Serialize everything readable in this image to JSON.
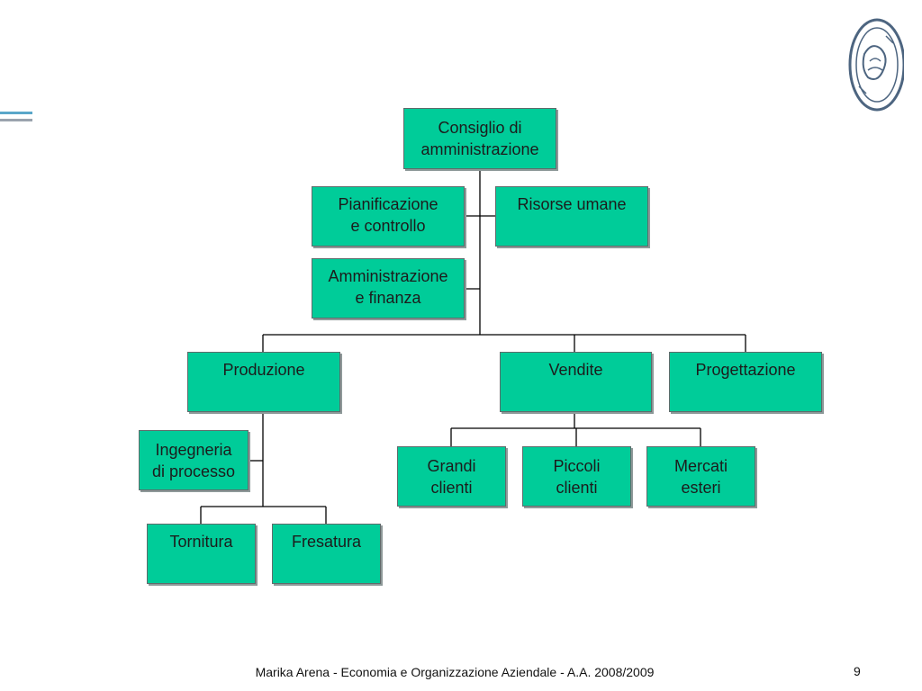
{
  "colors": {
    "box_fill": "#00cc99",
    "box_border": "#5f6b6b",
    "line": "#000000"
  },
  "org_chart": {
    "board": "Consiglio di\namministrazione",
    "planning": "Pianificazione\ne controllo",
    "hr": "Risorse umane",
    "admin": "Amministrazione\ne finanza",
    "production": "Produzione",
    "sales": "Vendite",
    "design": "Progettazione",
    "process_eng": "Ingegneria\ndi processo",
    "turning": "Tornitura",
    "milling": "Fresatura",
    "large_clients": "Grandi\nclienti",
    "small_clients": "Piccoli\nclienti",
    "foreign_markets": "Mercati\nesteri"
  },
  "footer": {
    "text": "Marika Arena - Economia e Organizzazione Aziendale - A.A. 2008/2009",
    "page_number": "9"
  },
  "logo": {
    "name": "university-seal-icon"
  }
}
